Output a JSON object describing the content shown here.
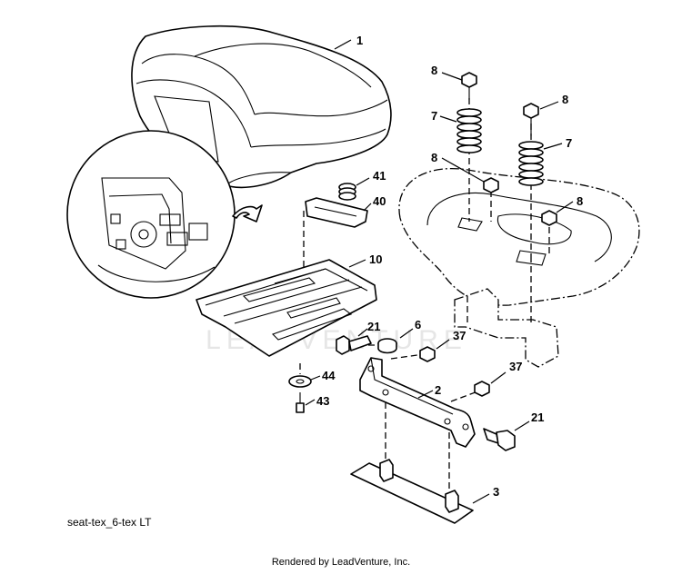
{
  "diagram": {
    "figure_id": "seat-tex_6-tex LT",
    "footer": "Rendered by LeadVenture, Inc.",
    "watermark": "LEADVENTURE",
    "callouts": {
      "seat": "1",
      "seat_bracket": "2",
      "mount_plate": "3",
      "bushing": "6",
      "spring_left": "7",
      "spring_right": "7",
      "bolt_top_left": "8",
      "bolt_top_right": "8",
      "bolt_lower_left": "8",
      "bolt_lower_right": "8",
      "seat_pan": "10",
      "knob": "40",
      "spring_small": "41",
      "bolt_left": "21",
      "bolt_right": "21",
      "nut_left": "37",
      "nut_right": "37",
      "screw": "43",
      "washer": "44"
    }
  }
}
